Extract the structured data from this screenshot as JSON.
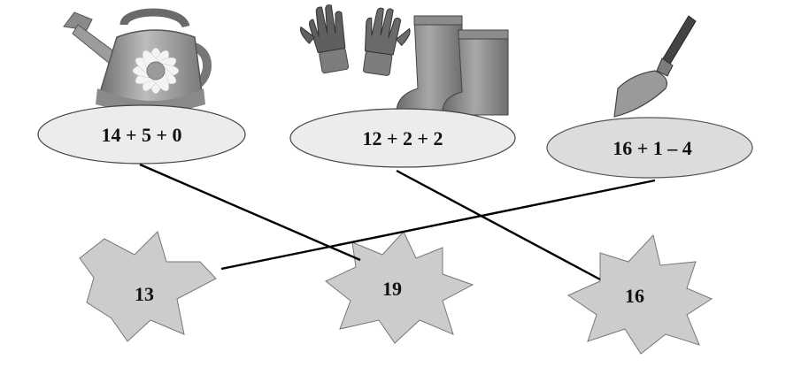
{
  "expressions": [
    {
      "text": "14 + 5 + 0"
    },
    {
      "text": "12 + 2 + 2"
    },
    {
      "text": "16 + 1 – 4"
    }
  ],
  "answers": [
    {
      "text": "13"
    },
    {
      "text": "19"
    },
    {
      "text": "16"
    }
  ],
  "matches": [
    {
      "expression": 0,
      "answer": 1
    },
    {
      "expression": 1,
      "answer": 2
    },
    {
      "expression": 2,
      "answer": 0
    }
  ],
  "icons": [
    "watering-can-icon",
    "gloves-icon",
    "rubber-boots-icon",
    "garden-trowel-icon"
  ]
}
